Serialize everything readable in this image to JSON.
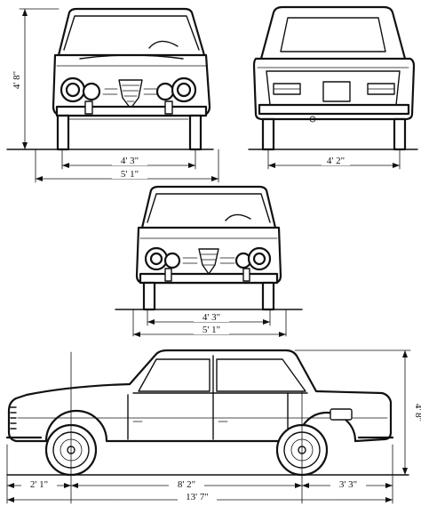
{
  "dimensions": {
    "height_front": "4' 8\"",
    "track_front_top": "4' 3\"",
    "width_front_top": "5' 1\"",
    "track_rear": "4' 2\"",
    "track_front_mid": "4' 3\"",
    "width_front_mid": "5' 1\"",
    "height_side": "4' 8\"",
    "overhang_front": "2' 1\"",
    "wheelbase": "8' 2\"",
    "overhang_rear": "3' 3\"",
    "length_overall": "13' 7\""
  },
  "colors": {
    "ink": "#111111",
    "paper": "#ffffff"
  }
}
